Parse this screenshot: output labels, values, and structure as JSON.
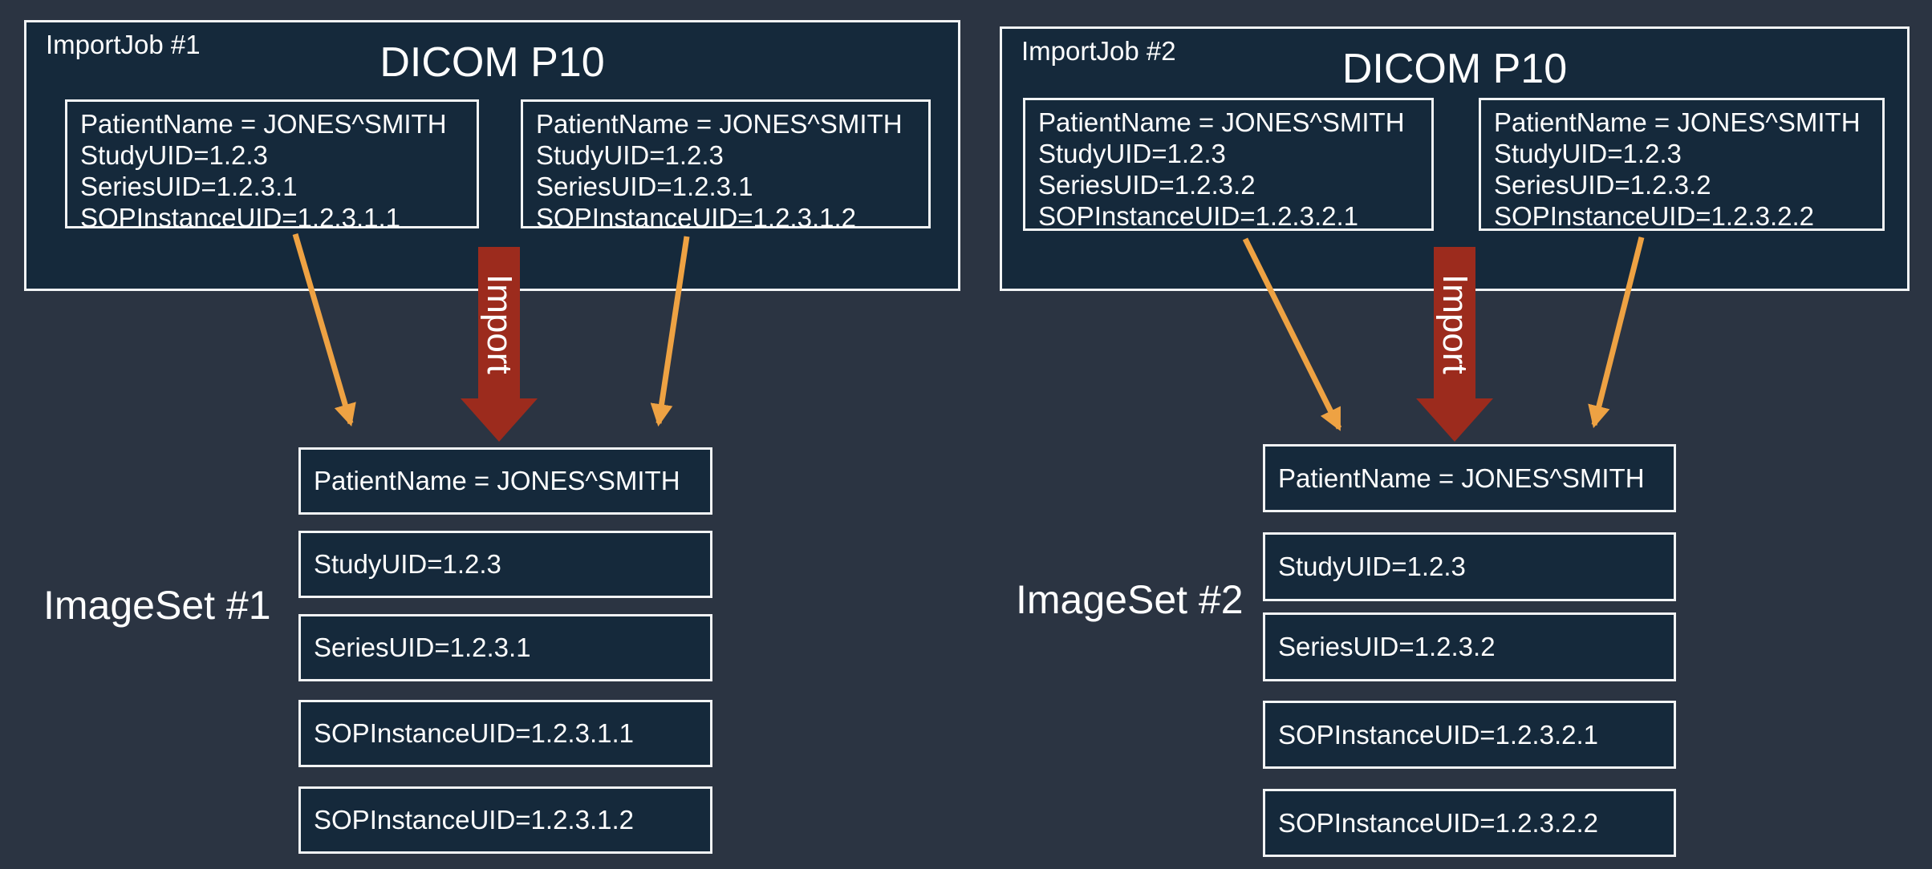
{
  "colors": {
    "background": "#2B3442",
    "panel_fill": "#15293B",
    "border": "#F2F4F5",
    "text": "#FFFFFF",
    "import_block_arrow": "#9C2B1D",
    "link_arrow": "#EEA243"
  },
  "jobs": [
    {
      "job_label": "ImportJob #1",
      "title": "DICOM P10",
      "import_arrow_label": "Import",
      "imageset_label": "ImageSet #1",
      "instances": [
        {
          "lines": [
            "PatientName = JONES^SMITH",
            "StudyUID=1.2.3",
            "SeriesUID=1.2.3.1",
            "SOPInstanceUID=1.2.3.1.1"
          ]
        },
        {
          "lines": [
            "PatientName = JONES^SMITH",
            "StudyUID=1.2.3",
            "SeriesUID=1.2.3.1",
            "SOPInstanceUID=1.2.3.1.2"
          ]
        }
      ],
      "imageset_boxes": [
        "PatientName = JONES^SMITH",
        "StudyUID=1.2.3",
        "SeriesUID=1.2.3.1",
        "SOPInstanceUID=1.2.3.1.1",
        "SOPInstanceUID=1.2.3.1.2"
      ]
    },
    {
      "job_label": "ImportJob #2",
      "title": "DICOM P10",
      "import_arrow_label": "Import",
      "imageset_label": "ImageSet #2",
      "instances": [
        {
          "lines": [
            "PatientName = JONES^SMITH",
            "StudyUID=1.2.3",
            "SeriesUID=1.2.3.2",
            "SOPInstanceUID=1.2.3.2.1"
          ]
        },
        {
          "lines": [
            "PatientName = JONES^SMITH",
            "StudyUID=1.2.3",
            "SeriesUID=1.2.3.2",
            "SOPInstanceUID=1.2.3.2.2"
          ]
        }
      ],
      "imageset_boxes": [
        "PatientName = JONES^SMITH",
        "StudyUID=1.2.3",
        "SeriesUID=1.2.3.2",
        "SOPInstanceUID=1.2.3.2.1",
        "SOPInstanceUID=1.2.3.2.2"
      ]
    }
  ]
}
